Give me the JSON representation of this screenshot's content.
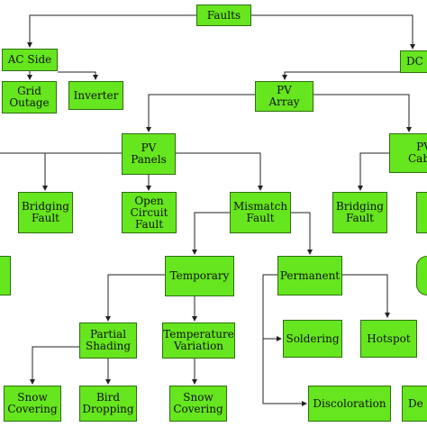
{
  "colors": {
    "node_fill": "#66e61e",
    "node_border": "#2e6e10",
    "line": "#222222",
    "background": "#ffffff"
  },
  "nodes": {
    "faults": "Faults",
    "ac_side": "AC Side",
    "dc": "DC",
    "grid_outage": "Grid\nOutage",
    "inverter": "Inverter",
    "pv_array": "PV\nArray",
    "pv_panels": "PV\nPanels",
    "pv_cables": "PV\nCable",
    "bridging_fault_1": "Bridging\nFault",
    "open_circuit_fault": "Open\nCircuit\nFault",
    "mismatch_fault": "Mismatch\nFault",
    "bridging_fault_2": "Bridging\nFault",
    "temporary": "Temporary",
    "permanent": "Permanent",
    "partial_shading": "Partial\nShading",
    "temperature_variation": "Temperature\nVariation",
    "soldering": "Soldering",
    "hotspot": "Hotspot",
    "snow_covering_1": "Snow\nCovering",
    "bird_dropping": "Bird\nDropping",
    "snow_covering_2": "Snow\nCovering",
    "discoloration": "Discoloration",
    "delamination": "De"
  }
}
